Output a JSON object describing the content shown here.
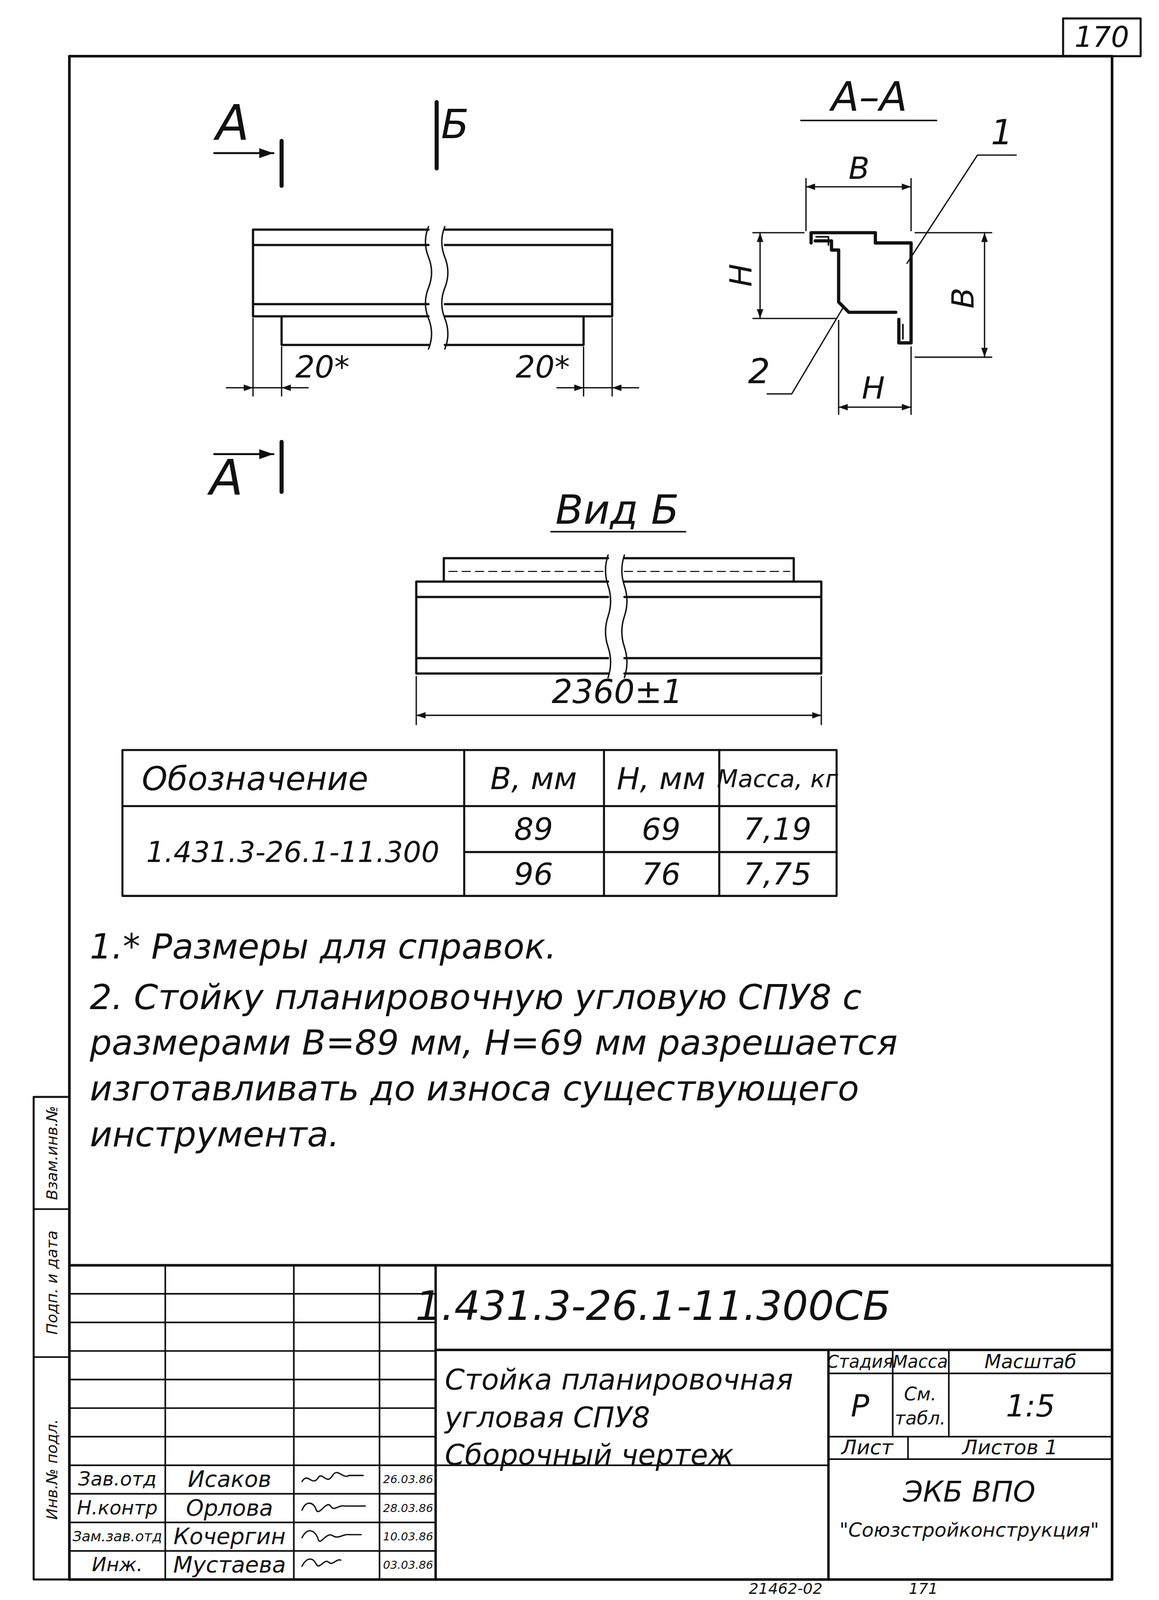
{
  "diagram": {
    "labels": [
      "170",
      "А",
      "Б",
      "А",
      "20*",
      "20*",
      "А–А",
      "1",
      "В",
      "Н",
      "В",
      "2",
      "Н",
      "Вид Б",
      "2360±1",
      "Обозначение",
      "В, мм",
      "Н, мм",
      "Масса, кг",
      "1.431.3-26.1-11.300",
      "89",
      "69",
      "7,19",
      "96",
      "76",
      "7,75",
      "1.* Размеры для справок.",
      "2. Стойку планировочную угловую СПУ8 с размерами В=89 мм, Н=69 мм разрешается изготавливать до износа существующего инструмента.",
      "1.431.3-26.1-11.300СБ",
      "Стойка планировочная угловая СПУ8 Сборочный чертеж",
      "Стадия",
      "Масса",
      "Масштаб",
      "Р",
      "См. табл.",
      "1:5",
      "Лист",
      "Листов 1",
      "ЭКБ ВПО",
      "\"Союзстройконструкция\"",
      "Зав.отд",
      "Исаков",
      "26.03.86",
      "Н.контр",
      "Орлова",
      "28.03.86",
      "Зам.зав.отд",
      "Кочергин",
      "10.03.86",
      "Инж.",
      "Мустаева",
      "03.03.86",
      "21462-02",
      "171",
      "Взам.инв.№",
      "Подп. и дата",
      "Инв.№ подл."
    ]
  }
}
